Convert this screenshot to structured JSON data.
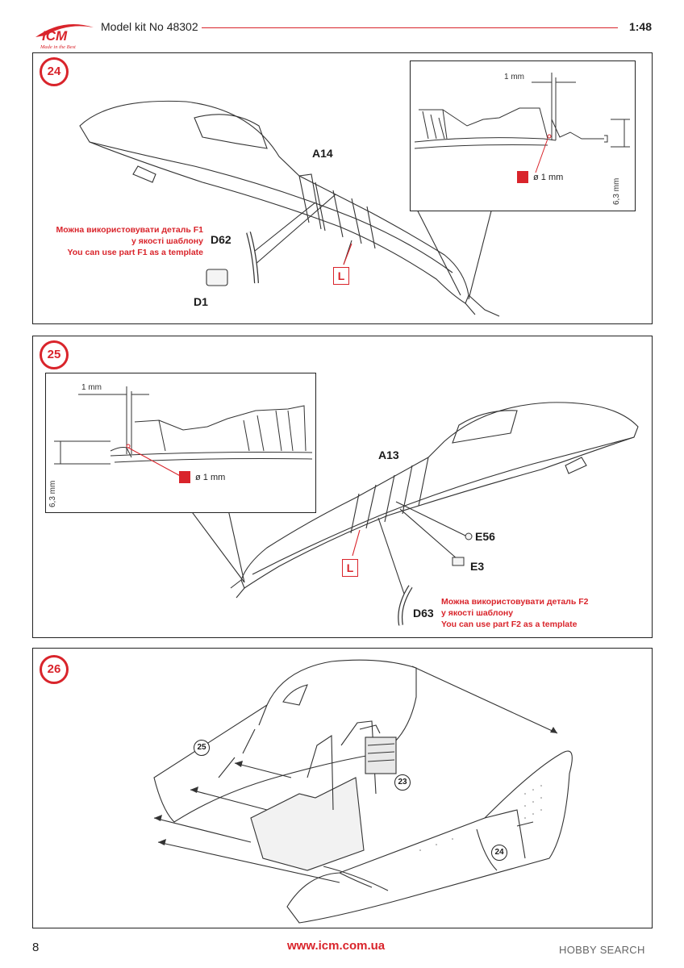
{
  "header": {
    "logo_text": "ICM",
    "logo_tagline": "Made in the Best",
    "title": "Model kit No 48302",
    "scale": "1:48"
  },
  "steps": [
    {
      "number": "24",
      "part_main": "A14",
      "part_d62": "D62",
      "part_d1": "D1",
      "l_marker": "L",
      "note_ua_1": "Можна використовувати деталь F1",
      "note_ua_2": "у якості шаблону",
      "note_en": "You can use part F1 as a template",
      "inset": {
        "dim_h": "1 mm",
        "dim_v": "6,3 mm",
        "drill": "ø 1 mm"
      }
    },
    {
      "number": "25",
      "part_main": "A13",
      "part_e56": "E56",
      "part_e3": "E3",
      "part_d63": "D63",
      "l_marker": "L",
      "note_ua_1": "Можна використовувати деталь F2",
      "note_ua_2": "у якості шаблону",
      "note_en": "You can use part F2 as a template",
      "inset": {
        "dim_h": "1 mm",
        "dim_v": "6,3 mm",
        "drill": "ø 1 mm"
      }
    },
    {
      "number": "26",
      "ref_25": "25",
      "ref_23": "23",
      "ref_24": "24"
    }
  ],
  "footer": {
    "page_number": "8",
    "website": "www.icm.com.ua",
    "watermark": "HOBBY SEARCH"
  },
  "colors": {
    "accent": "#d9242b",
    "line": "#222222"
  }
}
